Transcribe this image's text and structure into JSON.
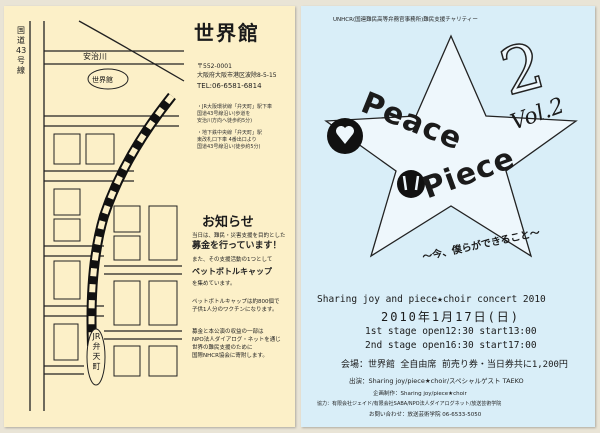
{
  "left_page": {
    "venue_title": "世界館",
    "address_lines": [
      "〒552-0001",
      "大阪府大阪市港区波除8-5-15",
      "TEL:06-6581-6814"
    ],
    "access_lines": [
      "・JR大阪環状線「弁天町」駅下車",
      "国道43号線沿い(歩道を",
      "安治川方向へ徒歩約5分)",
      "・地下鉄中央線「弁天町」駅",
      "東改札口下車 4番出口より",
      "国道43号線沿い(徒歩約5分)"
    ],
    "map": {
      "road_label": "国道43号線",
      "river_label": "安治川",
      "venue_marker": "世界館",
      "station_label": "JR弁天町"
    },
    "news_title": "お知らせ",
    "news_lines": [
      "当日は、難民・災害支援を目的とした",
      "募金を行っています！",
      "また、その支援活動の1つとして",
      "ペットボトルキャップ",
      "を集めています。",
      "",
      "ペットボトルキャップは約800個で",
      "子供1人分のワクチンになります。",
      "",
      "募金と本公演の収益の一部は",
      "NPO法人ダイアログ・ネットを通じ",
      "世界の難民支援のために",
      "国際NHCR協会に寄附します。"
    ]
  },
  "right_page": {
    "top_org": "UNHCR(国連難民高等弁務官事務所)難民支援チャリティー",
    "title_word1": "Peace",
    "title_word2": "Piece",
    "vol": "Vol.2",
    "subtitle": "〜今、僕らができること〜",
    "concert_title": "Sharing joy and piece★choir concert 2010",
    "date": "2010年1月17日(日)",
    "stage1": "1st stage  open12:30 start13:00",
    "stage2": "2nd stage  open16:30 start17:00",
    "venue_line": "会場：世界館  全自由席  前売り券・当日券共に1,200円",
    "performers": "出演：Sharing joy/piece★choir/スペシャルゲスト TAEKO",
    "organizer": "企画制作：Sharing joy/piece★choir",
    "cooperation": "協力：有限会社ジェイド/有限会社SABA/NPO法人ダイアログネット/放送芸術学院",
    "inquiry": "お問い合わせ：放送芸術学院   06-6533-5050"
  }
}
